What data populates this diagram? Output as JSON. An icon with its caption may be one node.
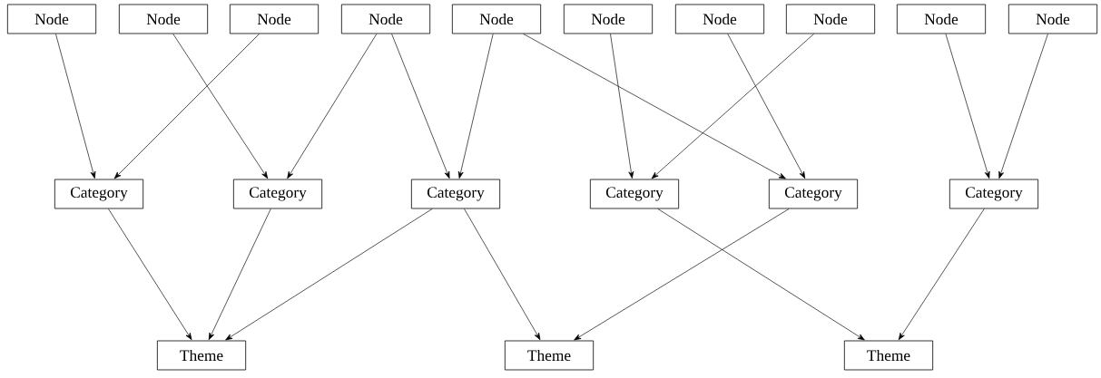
{
  "diagram": {
    "nodes": [
      {
        "text": [
          "Node"
        ]
      },
      {
        "text": [
          "Node"
        ]
      },
      {
        "text": [
          "Node"
        ]
      },
      {
        "text": [
          "Node"
        ]
      },
      {
        "text": [
          "Node"
        ]
      },
      {
        "text": [
          "Node"
        ]
      },
      {
        "text": [
          "Node"
        ]
      },
      {
        "text": [
          "Node"
        ]
      },
      {
        "text": [
          "Node"
        ]
      },
      {
        "text": [
          "Node"
        ]
      },
      {
        "text": [
          "Category"
        ]
      },
      {
        "text": [
          "Category"
        ]
      },
      {
        "text": [
          "Category"
        ]
      },
      {
        "text": [
          "Category"
        ]
      },
      {
        "text": [
          "Category"
        ]
      },
      {
        "text": [
          "Category"
        ]
      },
      {
        "text": [
          "Theme"
        ]
      },
      {
        "text": [
          "Theme"
        ]
      },
      {
        "text": [
          "Theme"
        ]
      }
    ],
    "edges": [
      {
        "from": 0,
        "to": 10,
        "arrow": "to"
      },
      {
        "from": 1,
        "to": 11,
        "arrow": "to"
      },
      {
        "from": 2,
        "to": 10,
        "arrow": "to"
      },
      {
        "from": 3,
        "to": 11,
        "arrow": "to"
      },
      {
        "from": 3,
        "to": 12,
        "arrow": "to"
      },
      {
        "from": 4,
        "to": 12,
        "arrow": "to"
      },
      {
        "from": 4,
        "to": 14,
        "arrow": "to"
      },
      {
        "from": 5,
        "to": 13,
        "arrow": "to"
      },
      {
        "from": 6,
        "to": 14,
        "arrow": "to"
      },
      {
        "from": 7,
        "to": 13,
        "arrow": "to"
      },
      {
        "from": 8,
        "to": 15,
        "arrow": "to"
      },
      {
        "from": 9,
        "to": 15,
        "arrow": "to"
      },
      {
        "from": 10,
        "to": 16,
        "arrow": "to"
      },
      {
        "from": 11,
        "to": 16,
        "arrow": "to"
      },
      {
        "from": 12,
        "to": 16,
        "arrow": "to"
      },
      {
        "from": 12,
        "to": 17,
        "arrow": "to"
      },
      {
        "from": 13,
        "to": 18,
        "arrow": "to"
      },
      {
        "from": 14,
        "to": 17,
        "arrow": "to"
      },
      {
        "from": 15,
        "to": 18,
        "arrow": "to"
      }
    ]
  }
}
